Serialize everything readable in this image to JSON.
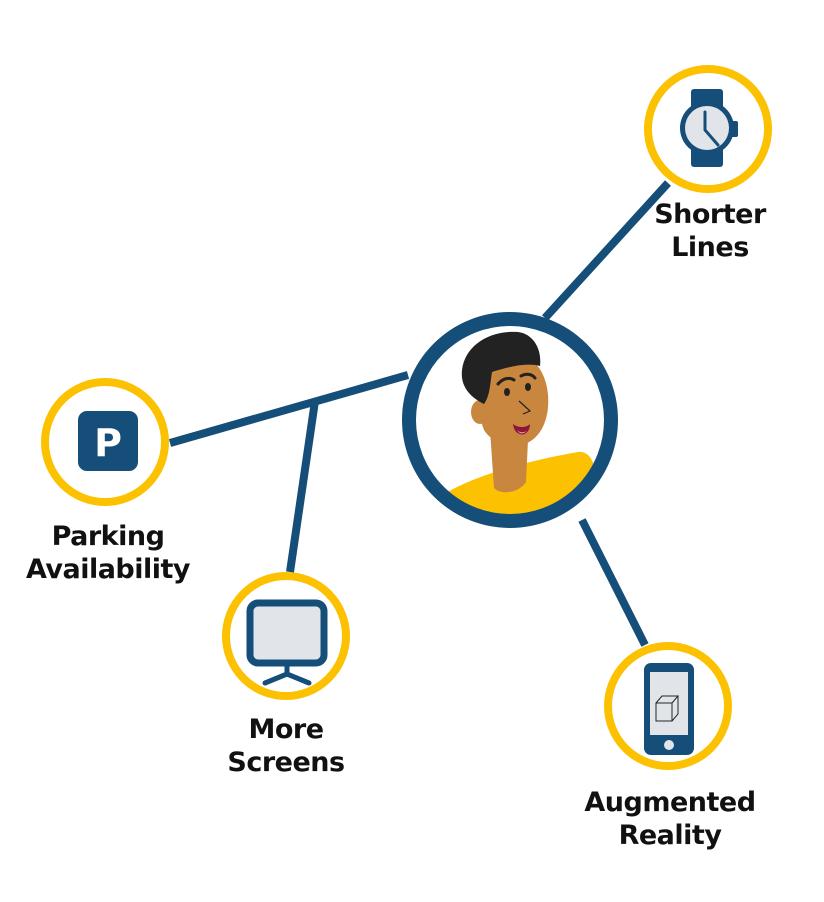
{
  "diagram": {
    "type": "hub-and-spoke",
    "colors": {
      "connector": "#154e78",
      "hub_ring": "#154e78",
      "node_ring": "#fcc100",
      "icon_primary": "#154e78",
      "icon_fill": "#e1e5ea",
      "shirt": "#fcc100",
      "skin": "#c8863f",
      "hair": "#222222",
      "mouth": "#8c1538",
      "text": "#111111"
    },
    "hub": {
      "name": "person-avatar",
      "icon": "person-avatar-icon"
    },
    "nodes": [
      {
        "id": "shorter-lines",
        "icon": "watch-icon",
        "label_lines": [
          "Shorter",
          "Lines"
        ]
      },
      {
        "id": "parking-availability",
        "icon": "parking-icon",
        "label_lines": [
          "Parking",
          "Availability"
        ],
        "icon_glyph": "P"
      },
      {
        "id": "more-screens",
        "icon": "monitor-icon",
        "label_lines": [
          "More",
          "Screens"
        ]
      },
      {
        "id": "augmented-reality",
        "icon": "smartphone-ar-cube-icon",
        "label_lines": [
          "Augmented",
          "Reality"
        ]
      }
    ]
  }
}
